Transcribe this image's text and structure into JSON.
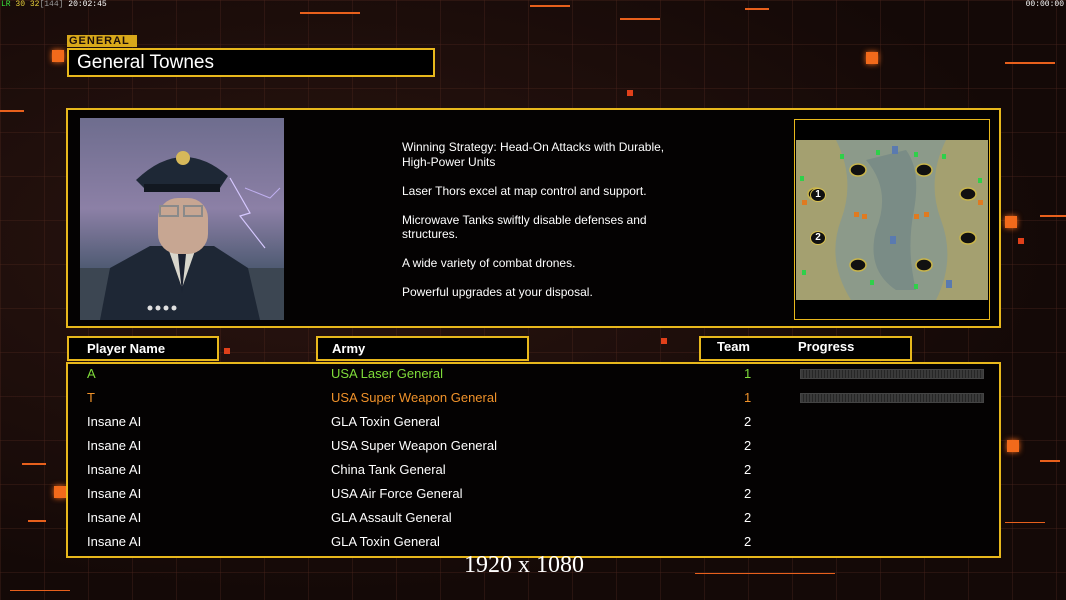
{
  "hud": {
    "left_label": "LR",
    "left_g1": "30",
    "left_g2": "32",
    "left_bracket": "[144]",
    "clock": "20:02:45",
    "timer": "00:00:00"
  },
  "general": {
    "tag": "GENERAL",
    "name": "General Townes"
  },
  "strategy": [
    "Winning Strategy: Head-On Attacks with Durable,\n High-Power Units",
    "Laser Thors excel at map control and support.",
    "Microwave Tanks swiftly disable defenses and\n structures.",
    "A wide variety of combat drones.",
    "Powerful upgrades at your disposal."
  ],
  "map": {
    "start_markers": [
      "1",
      "2"
    ]
  },
  "headers": {
    "player_name": "Player Name",
    "army": "Army",
    "team": "Team",
    "progress": "Progress"
  },
  "players": [
    {
      "name": "A",
      "army": "USA Laser General",
      "team": "1",
      "color": "#7fdc3a",
      "progress": 0
    },
    {
      "name": "T",
      "army": "USA Super Weapon General",
      "team": "1",
      "color": "#f0922a",
      "progress": 0
    },
    {
      "name": "Insane AI",
      "army": "GLA Toxin General",
      "team": "2",
      "color": "#ffffff"
    },
    {
      "name": "Insane AI",
      "army": "USA Super Weapon General",
      "team": "2",
      "color": "#ffffff"
    },
    {
      "name": "Insane AI",
      "army": "China Tank General",
      "team": "2",
      "color": "#ffffff"
    },
    {
      "name": "Insane AI",
      "army": "USA Air Force General",
      "team": "2",
      "color": "#ffffff"
    },
    {
      "name": "Insane AI",
      "army": "GLA Assault General",
      "team": "2",
      "color": "#ffffff"
    },
    {
      "name": "Insane AI",
      "army": "GLA Toxin General",
      "team": "2",
      "color": "#ffffff"
    }
  ],
  "resolution": "1920 x 1080",
  "colors": {
    "frame": "#e8b81c",
    "accent": "#f26a1b"
  }
}
